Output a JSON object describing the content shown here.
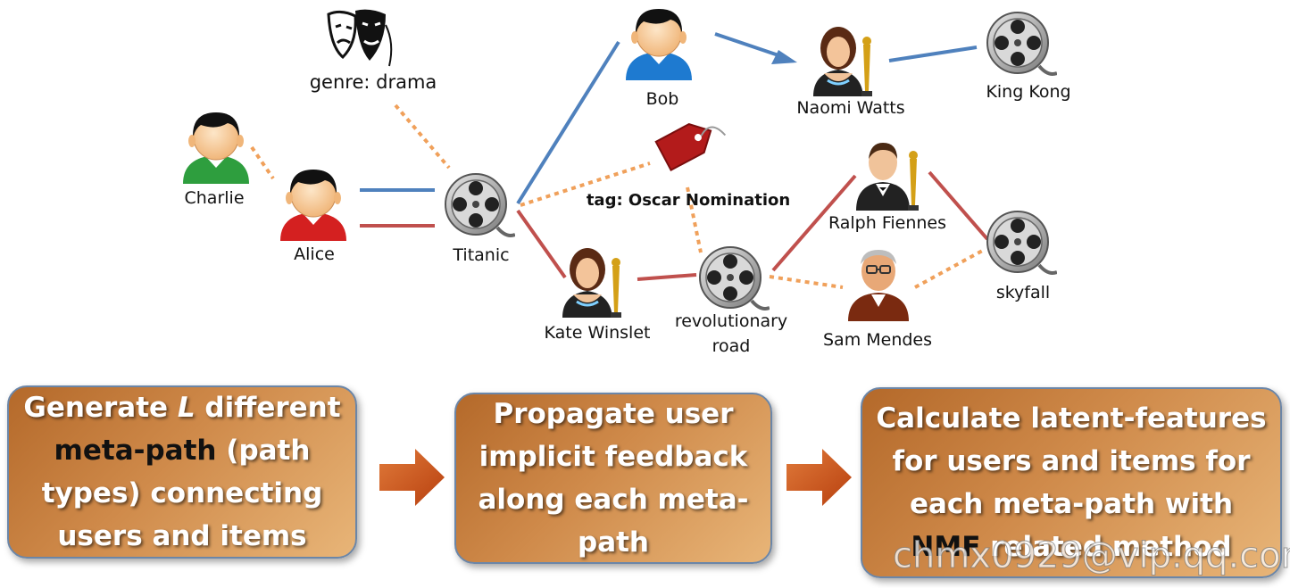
{
  "nodes": {
    "genre": "genre: drama",
    "charlie": "Charlie",
    "alice": "Alice",
    "titanic": "Titanic",
    "bob": "Bob",
    "naomi": "Naomi Watts",
    "kingkong": "King Kong",
    "tag": "tag: Oscar Nomination",
    "ralph": "Ralph Fiennes",
    "skyfall": "skyfall",
    "kate": "Kate Winslet",
    "revroad_1": "revolutionary",
    "revroad_2": "road",
    "sam": "Sam Mendes"
  },
  "steps": {
    "step1": {
      "pre": "Generate ",
      "italic": "L",
      "mid": " different",
      "dark": "meta-path",
      "post": " (path types) connecting users and items"
    },
    "step2": {
      "text": "Propagate user implicit feedback along each meta-path"
    },
    "step3": {
      "pre": "Calculate latent-features for users and items for each meta-path with ",
      "dark": "NMF",
      "post": " related method"
    }
  },
  "watermark": "chmx0929@vip.qq.com",
  "colors": {
    "user_item_edge": "#4f81bd",
    "item_actor_edge": "#c0504d",
    "attribute_edge": "#f0a05a",
    "box_fill": "#cf8a4a",
    "arrow": "#d15a1c"
  }
}
